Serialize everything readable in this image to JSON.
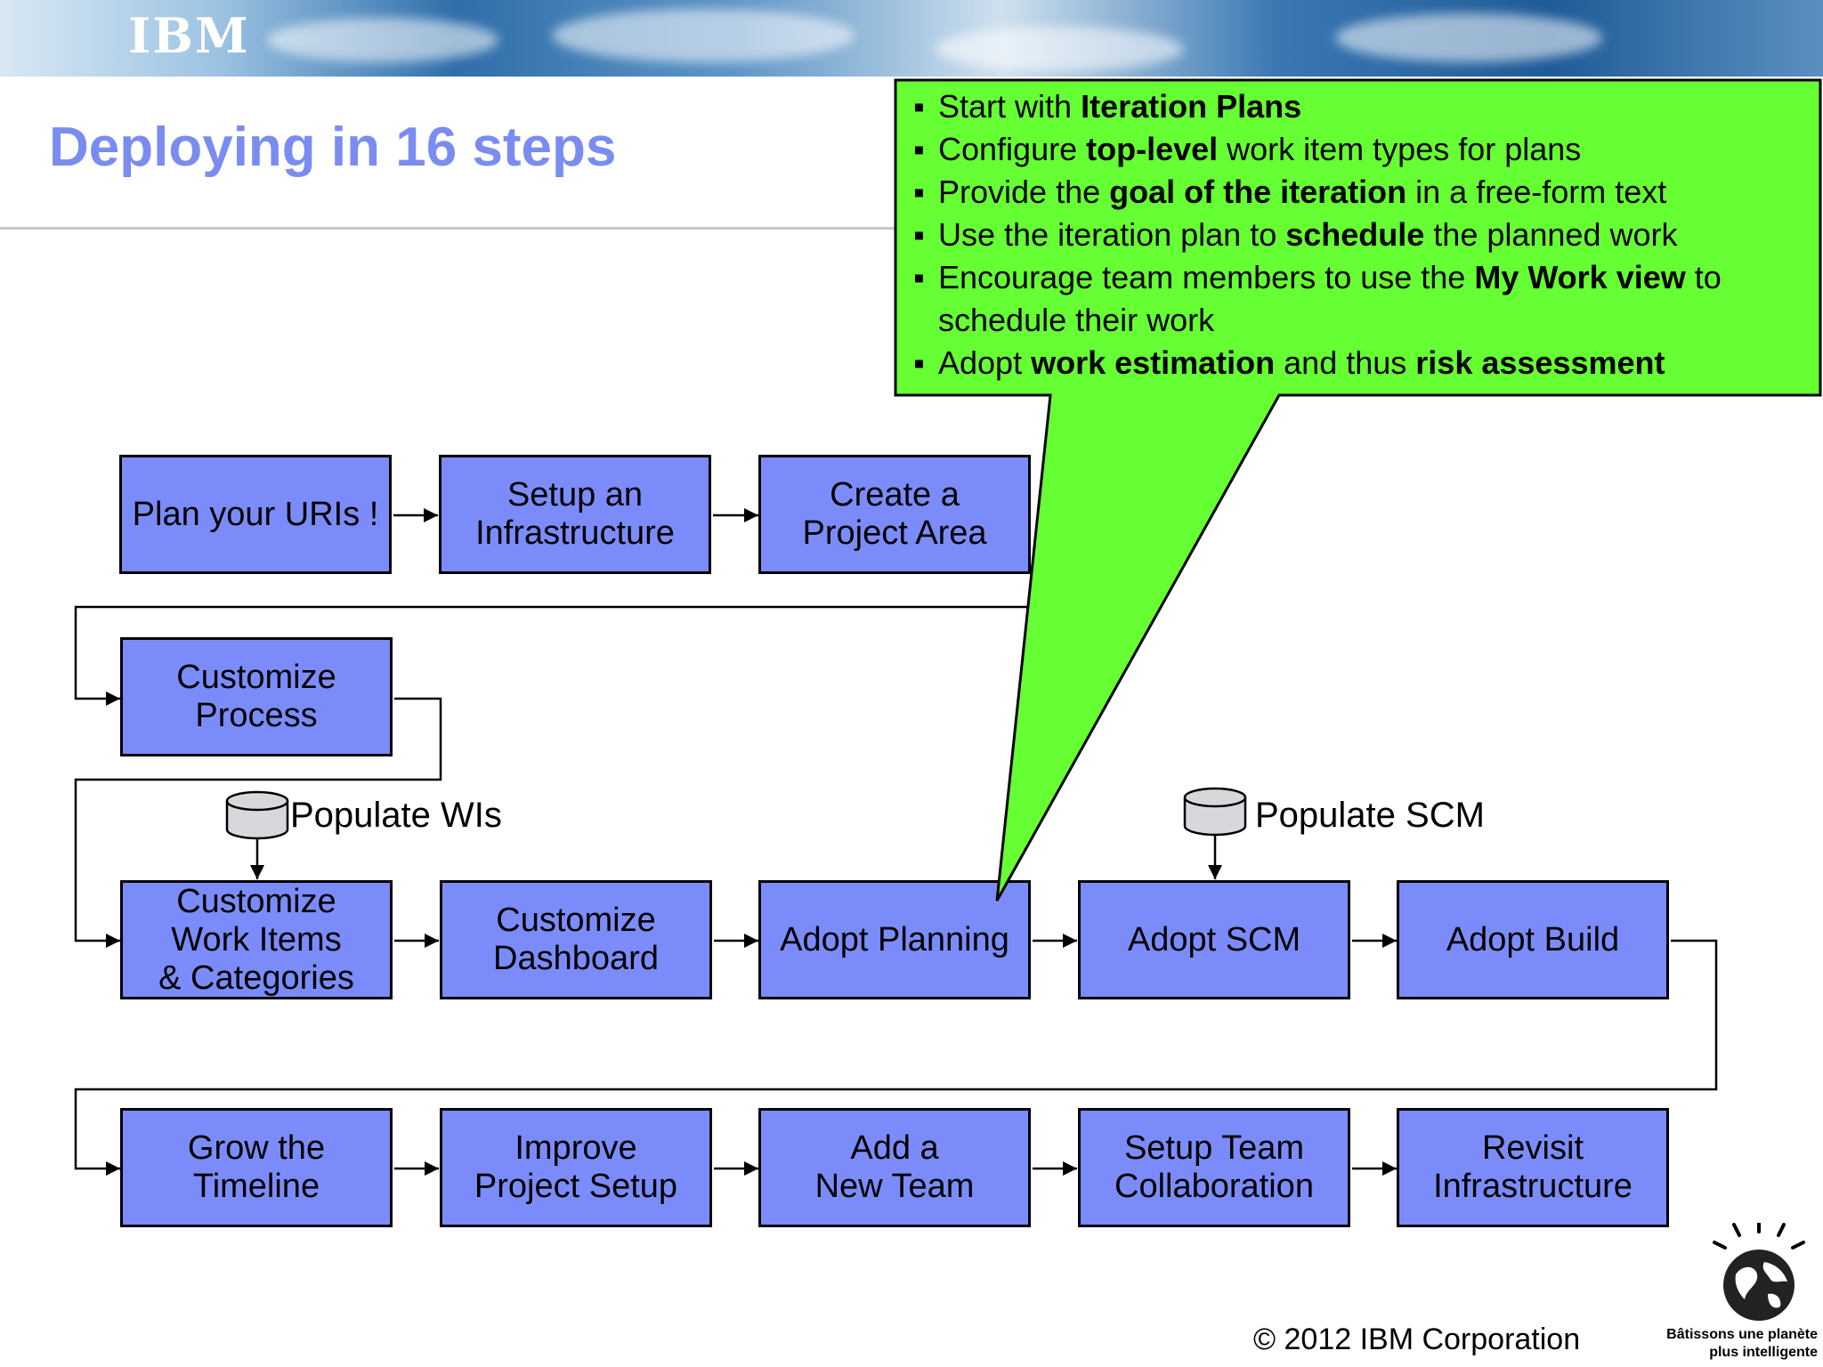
{
  "header": {
    "logo": "IBM",
    "title": "Deploying in 16 steps"
  },
  "callout": {
    "items": [
      [
        {
          "t": "Start with "
        },
        {
          "t": "Iteration Plans",
          "b": true
        }
      ],
      [
        {
          "t": "Configure "
        },
        {
          "t": "top-level",
          "b": true
        },
        {
          "t": " work item types for plans"
        }
      ],
      [
        {
          "t": "Provide the "
        },
        {
          "t": "goal of the iteration",
          "b": true
        },
        {
          "t": " in a free-form text"
        }
      ],
      [
        {
          "t": "Use the iteration plan to "
        },
        {
          "t": "schedule",
          "b": true
        },
        {
          "t": " the planned work"
        }
      ],
      [
        {
          "t": "Encourage team members to use the "
        },
        {
          "t": "My Work view",
          "b": true
        },
        {
          "t": " to schedule their work"
        }
      ],
      [
        {
          "t": "Adopt "
        },
        {
          "t": "work estimation",
          "b": true
        },
        {
          "t": " and thus "
        },
        {
          "t": "risk assessment",
          "b": true
        }
      ]
    ]
  },
  "steps": {
    "plan_uris": "Plan your URIs !",
    "setup_infrastructure": "Setup an\nInfrastructure",
    "create_project_area": "Create a\nProject Area",
    "customize_process": "Customize\nProcess",
    "customize_work_items": "Customize\nWork Items\n& Categories",
    "customize_dashboard": "Customize\nDashboard",
    "adopt_planning": "Adopt Planning",
    "adopt_scm": "Adopt SCM",
    "adopt_build": "Adopt Build",
    "grow_timeline": "Grow the\nTimeline",
    "improve_project_setup": "Improve\nProject Setup",
    "add_new_team": "Add a\nNew Team",
    "setup_team_collaboration": "Setup Team\nCollaboration",
    "revisit_infrastructure": "Revisit\nInfrastructure"
  },
  "databases": {
    "populate_wis": "Populate WIs",
    "populate_scm": "Populate SCM"
  },
  "footer": {
    "copyright": "© 2012 IBM Corporation",
    "tagline": "Bâtissons une planète\nplus intelligente"
  },
  "colors": {
    "step_fill": "#7b8cfa",
    "callout_fill": "#66ff33",
    "title": "#7b8cf0",
    "cylinder_fill": "#d8d8dc"
  }
}
